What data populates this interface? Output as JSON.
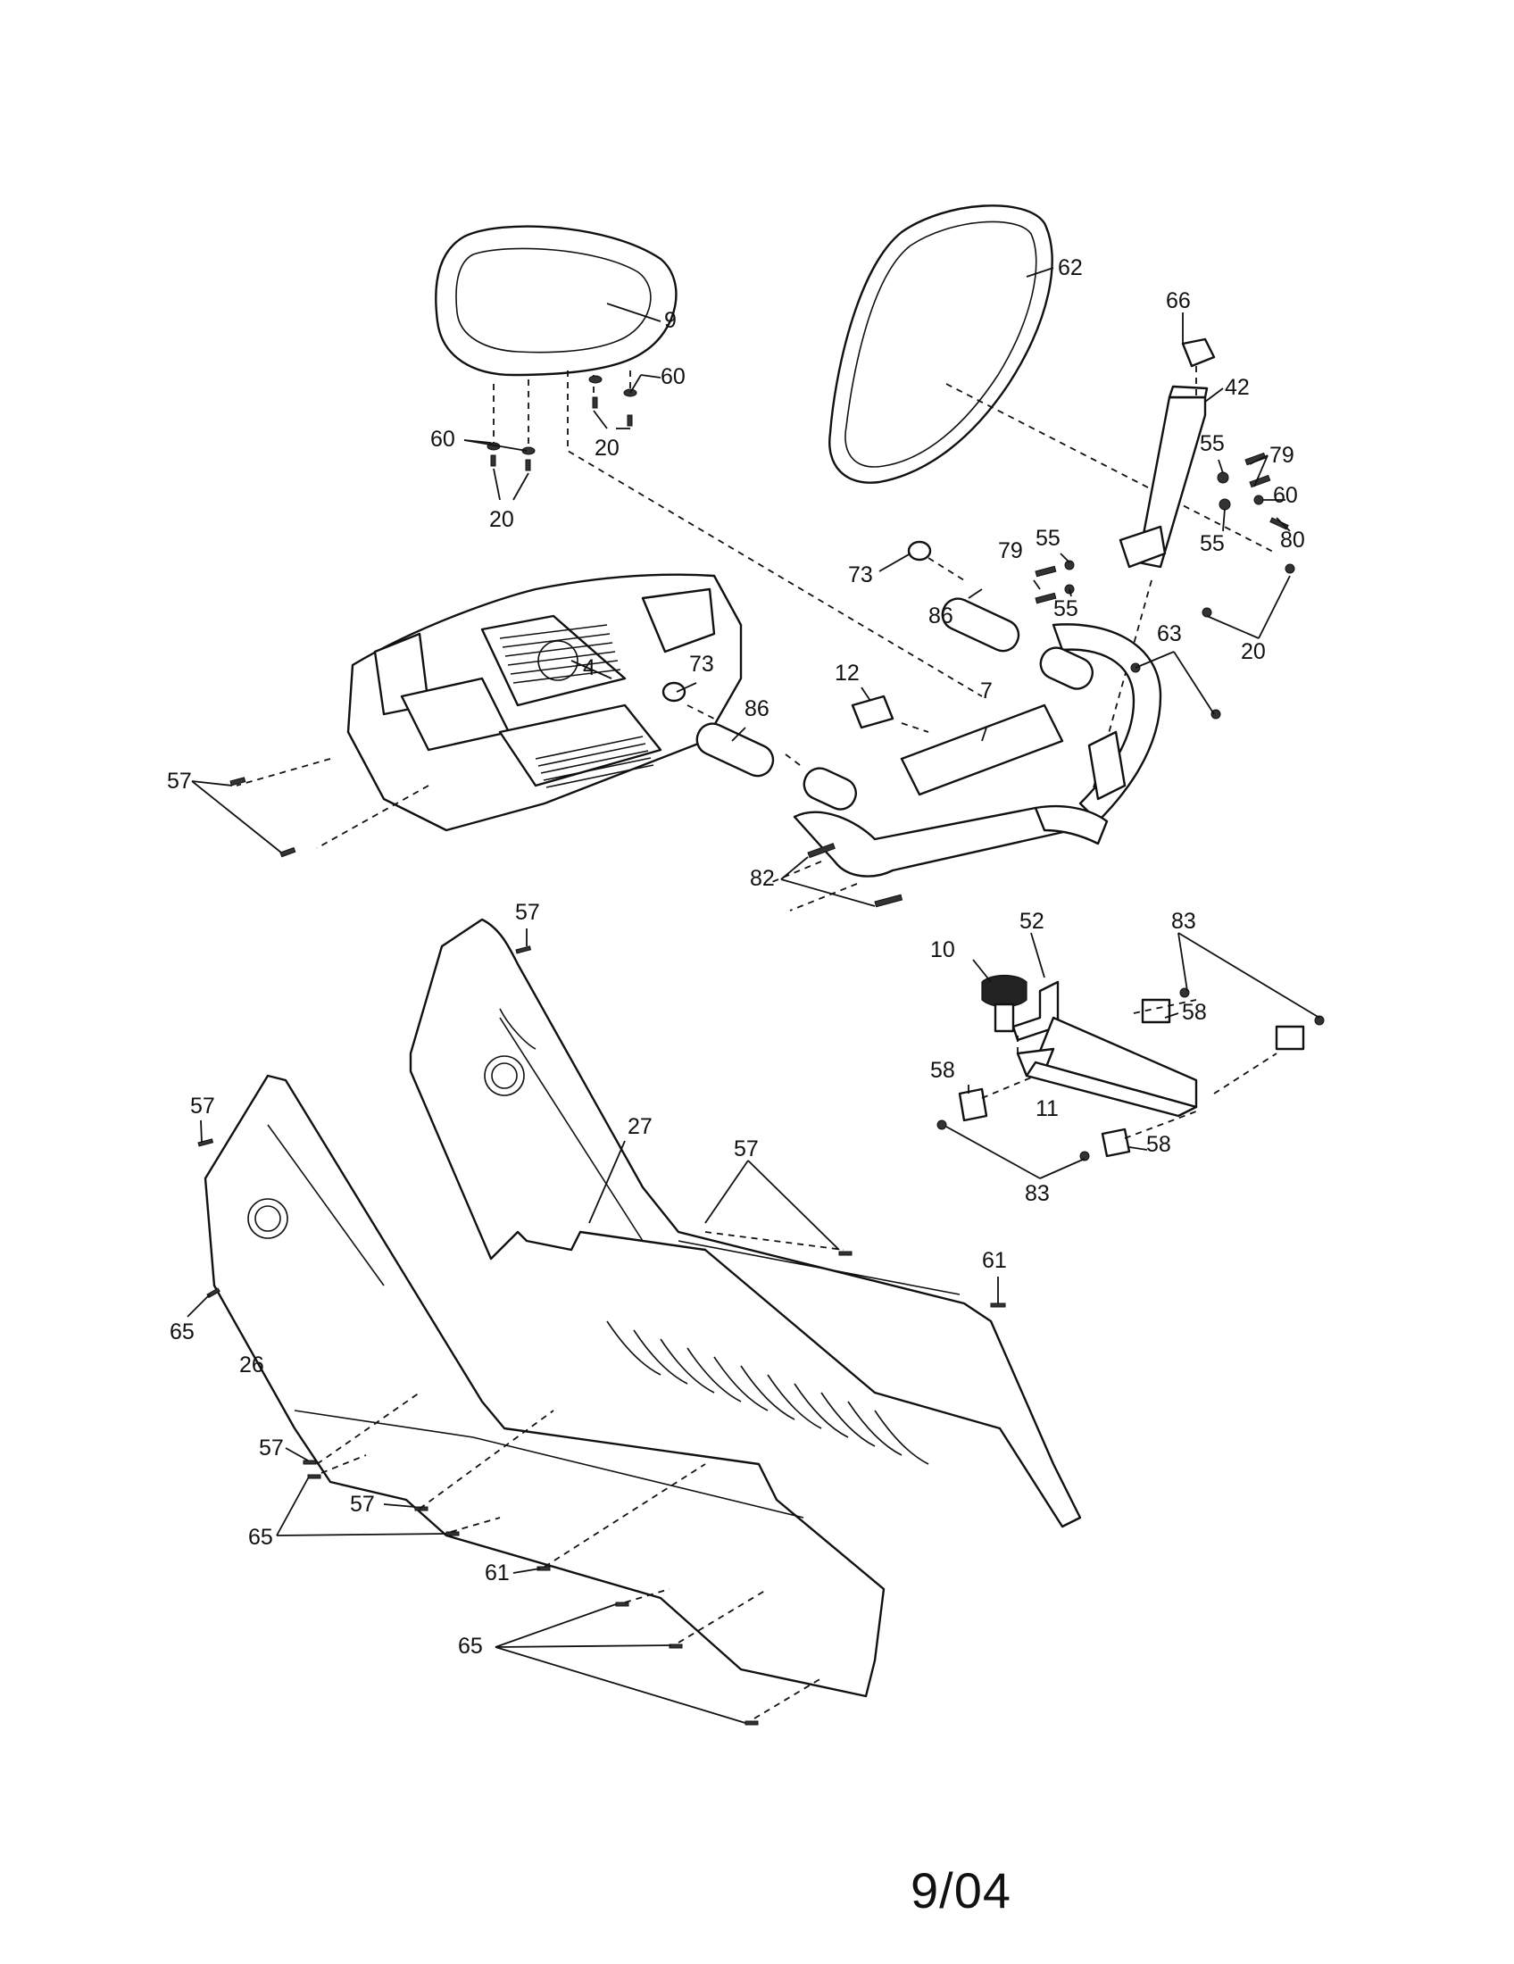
{
  "callouts": [
    {
      "text": "9"
    },
    {
      "text": "60"
    },
    {
      "text": "20"
    },
    {
      "text": "60"
    },
    {
      "text": "20"
    },
    {
      "text": "62"
    },
    {
      "text": "66"
    },
    {
      "text": "42"
    },
    {
      "text": "55"
    },
    {
      "text": "79"
    },
    {
      "text": "60"
    },
    {
      "text": "55"
    },
    {
      "text": "80"
    },
    {
      "text": "79"
    },
    {
      "text": "55"
    },
    {
      "text": "55"
    },
    {
      "text": "20"
    },
    {
      "text": "73"
    },
    {
      "text": "86"
    },
    {
      "text": "4"
    },
    {
      "text": "63"
    },
    {
      "text": "73"
    },
    {
      "text": "12"
    },
    {
      "text": "86"
    },
    {
      "text": "7"
    },
    {
      "text": "57"
    },
    {
      "text": "82"
    },
    {
      "text": "57"
    },
    {
      "text": "52"
    },
    {
      "text": "10"
    },
    {
      "text": "83"
    },
    {
      "text": "58"
    },
    {
      "text": "58"
    },
    {
      "text": "11"
    },
    {
      "text": "58"
    },
    {
      "text": "83"
    },
    {
      "text": "57"
    },
    {
      "text": "27"
    },
    {
      "text": "57"
    },
    {
      "text": "61"
    },
    {
      "text": "65"
    },
    {
      "text": "26"
    },
    {
      "text": "57"
    },
    {
      "text": "57"
    },
    {
      "text": "65"
    },
    {
      "text": "61"
    },
    {
      "text": "65"
    }
  ],
  "footer_date": "9/04"
}
